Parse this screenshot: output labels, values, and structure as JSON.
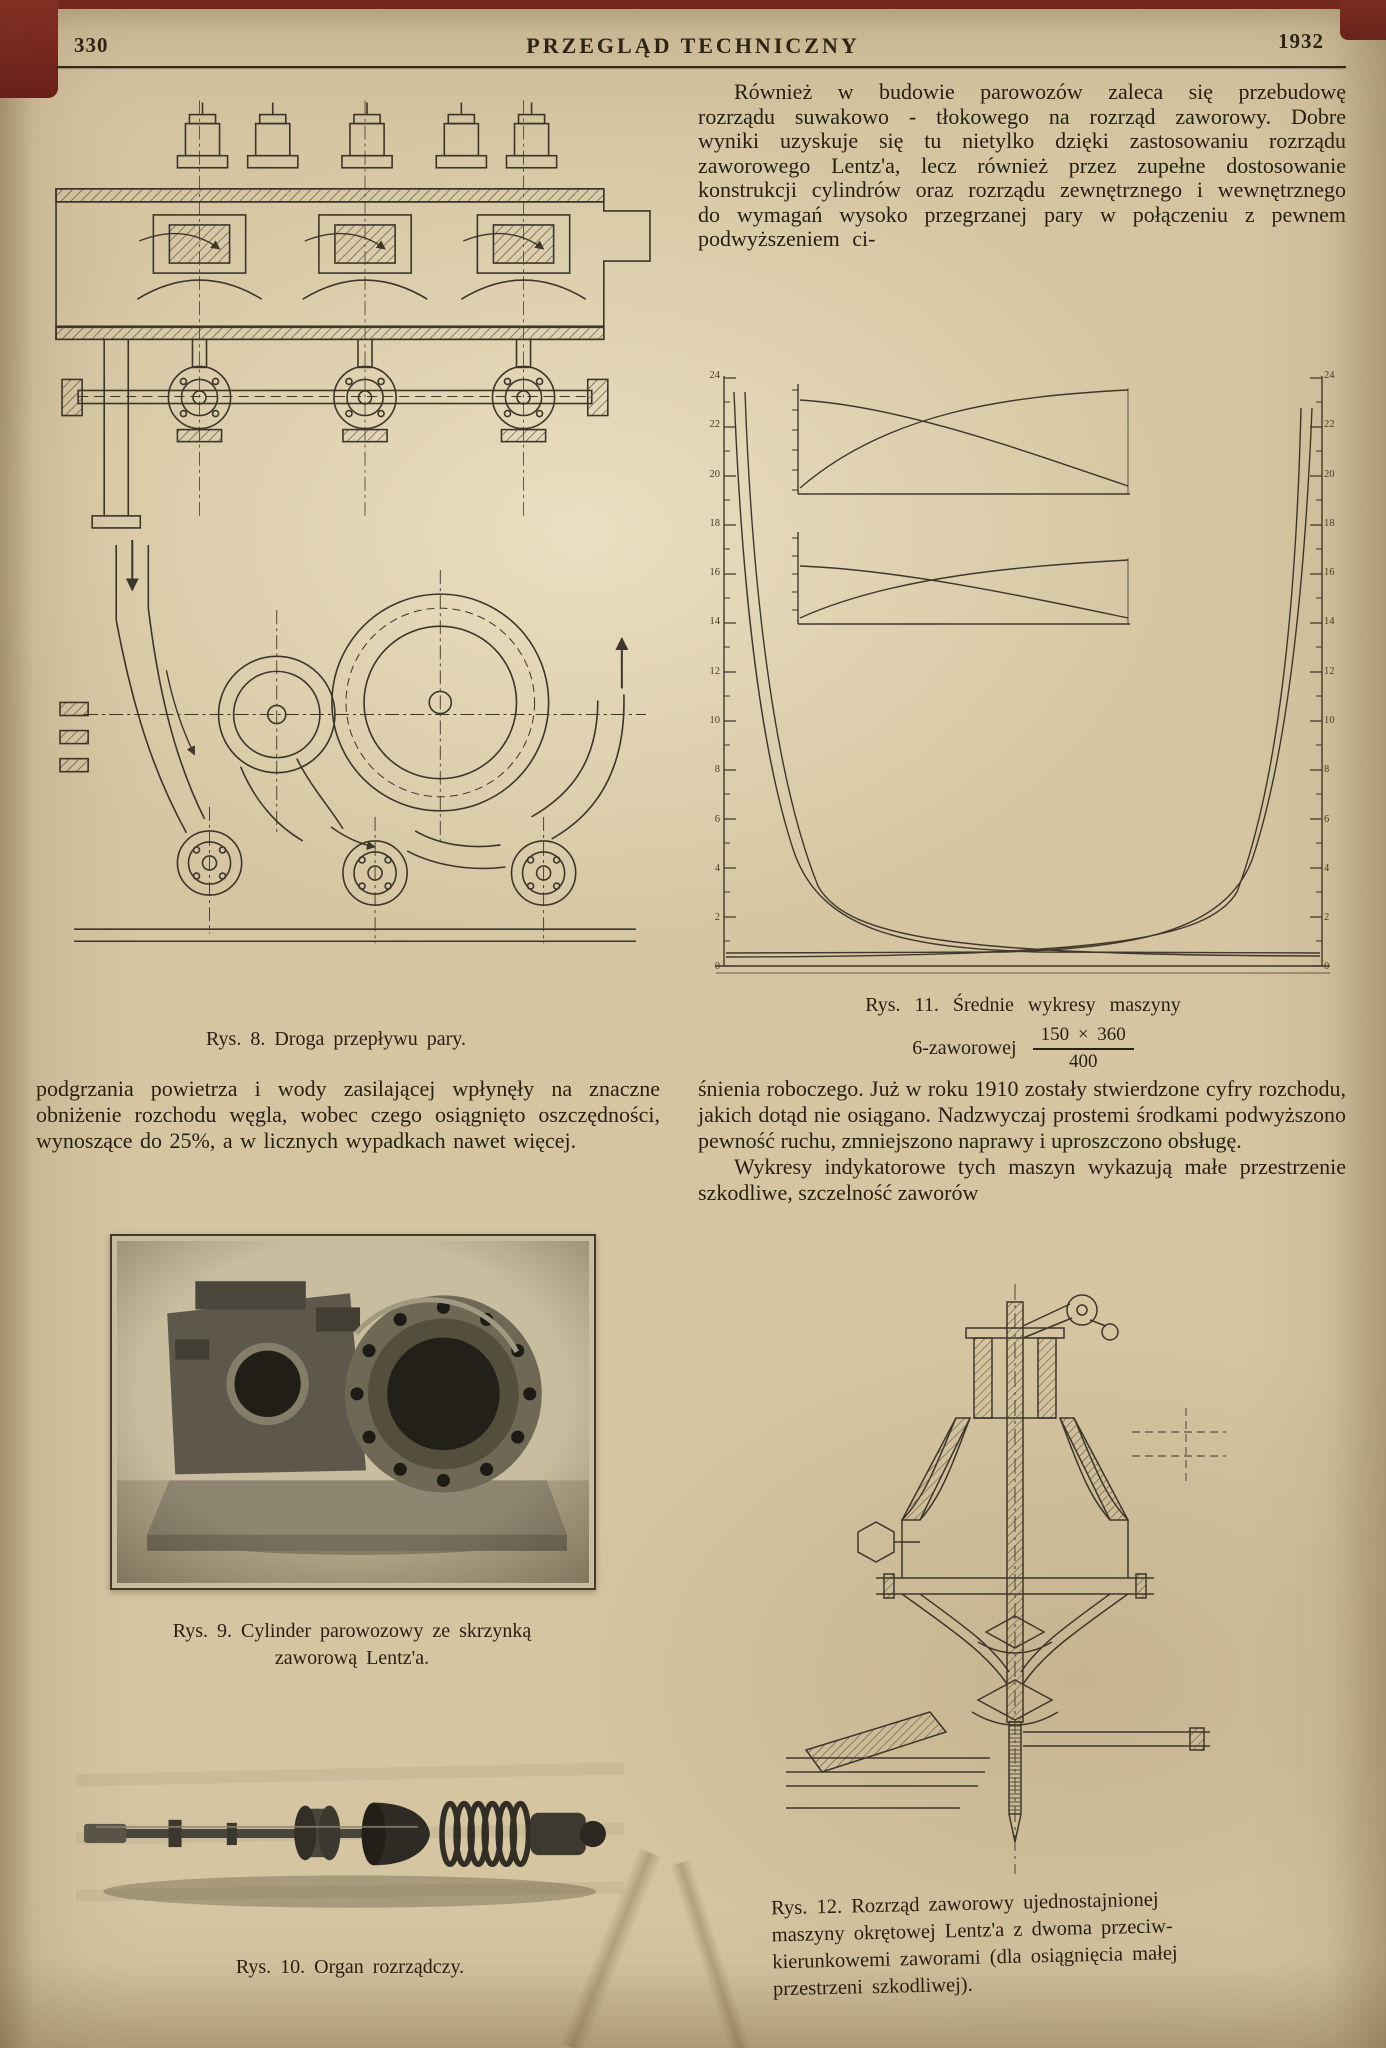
{
  "colors": {
    "paper": "#d6c6a3",
    "ink": "#2a2315",
    "backdrop_red": "#7b241e"
  },
  "header": {
    "page_number": "330",
    "journal_title": "PRZEGLĄD TECHNICZNY",
    "year": "1932"
  },
  "text": {
    "right_para_1": "Również w budowie parowozów zaleca się przebudowę rozrządu suwakowo - tłokowego na rozrząd zaworowy. Dobre wyniki uzyskuje się tu nietylko dzięki zastosowaniu rozrządu zaworowego Lentz'a, lecz również przez zupełne dostosowanie konstrukcji cylindrów oraz rozrządu zewnętrznego i wewnętrznego do wymagań wysoko przegrzanej pary w połączeniu z pewnem podwyższeniem ci-",
    "left_para_1": "podgrzania powietrza i wody zasilającej wpłynęły na znaczne obniżenie rozchodu węgla, wobec czego osiągnięto oszczędności, wynoszące do 25%, a w licznych wypadkach nawet więcej.",
    "right_para_2": "śnienia roboczego. Już w roku 1910 zostały stwierdzone cyfry rozchodu, jakich dotąd nie osiągano. Nadzwyczaj prostemi środkami podwyższono pewność ruchu, zmniejszono naprawy i uproszczono obsługę.",
    "right_para_3": "Wykresy indykatorowe tych maszyn wykazują małe przestrzenie szkodliwe, szczelność zaworów"
  },
  "figures": {
    "fig8": {
      "caption": "Rys. 8.  Droga przepływu pary."
    },
    "fig9": {
      "caption_line1": "Rys. 9.  Cylinder parowozowy ze skrzynką",
      "caption_line2": "zaworową Lentz'a."
    },
    "fig10": {
      "caption": "Rys. 10.  Organ rozrządczy."
    },
    "fig11": {
      "caption_line1": "Rys. 11.  Średnie wykresy maszyny",
      "caption_label": "6-zaworowej",
      "fraction_numerator": "150 × 360",
      "fraction_denominator": "400",
      "left_ticks": [
        "24",
        "22",
        "20",
        "18",
        "16",
        "14",
        "12",
        "10",
        "8",
        "6",
        "4",
        "2",
        "0"
      ],
      "right_ticks": [
        "24",
        "22",
        "20",
        "18",
        "16",
        "14",
        "12",
        "10",
        "8",
        "6",
        "4",
        "2",
        "0"
      ]
    },
    "fig12": {
      "caption_lines": [
        "Rys. 12.  Rozrząd zaworowy ujednostajnionej",
        "maszyny okrętowej Lentz'a z dwoma przeciw-",
        "kierunkowemi zaworami (dla osiągnięcia małej",
        "przestrzeni szkodliwej)."
      ]
    }
  }
}
